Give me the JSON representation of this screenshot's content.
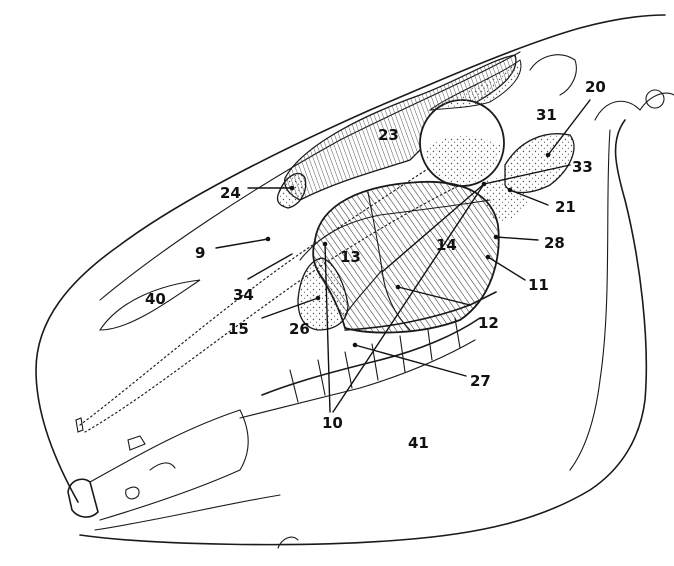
{
  "diagram": {
    "labels": {
      "l9": "9",
      "l10": "10",
      "l11": "11",
      "l12": "12",
      "l13": "13",
      "l14": "14",
      "l15": "15",
      "l20": "20",
      "l21": "21",
      "l23": "23",
      "l24": "24",
      "l26": "26",
      "l27": "27",
      "l28": "28",
      "l31": "31",
      "l33": "33",
      "l34": "34",
      "l40": "40",
      "l41": "41"
    },
    "colors": {
      "ink": "#1a1a1a",
      "hatch": "#333333",
      "stipple": "#555555",
      "background": "#ffffff"
    }
  }
}
